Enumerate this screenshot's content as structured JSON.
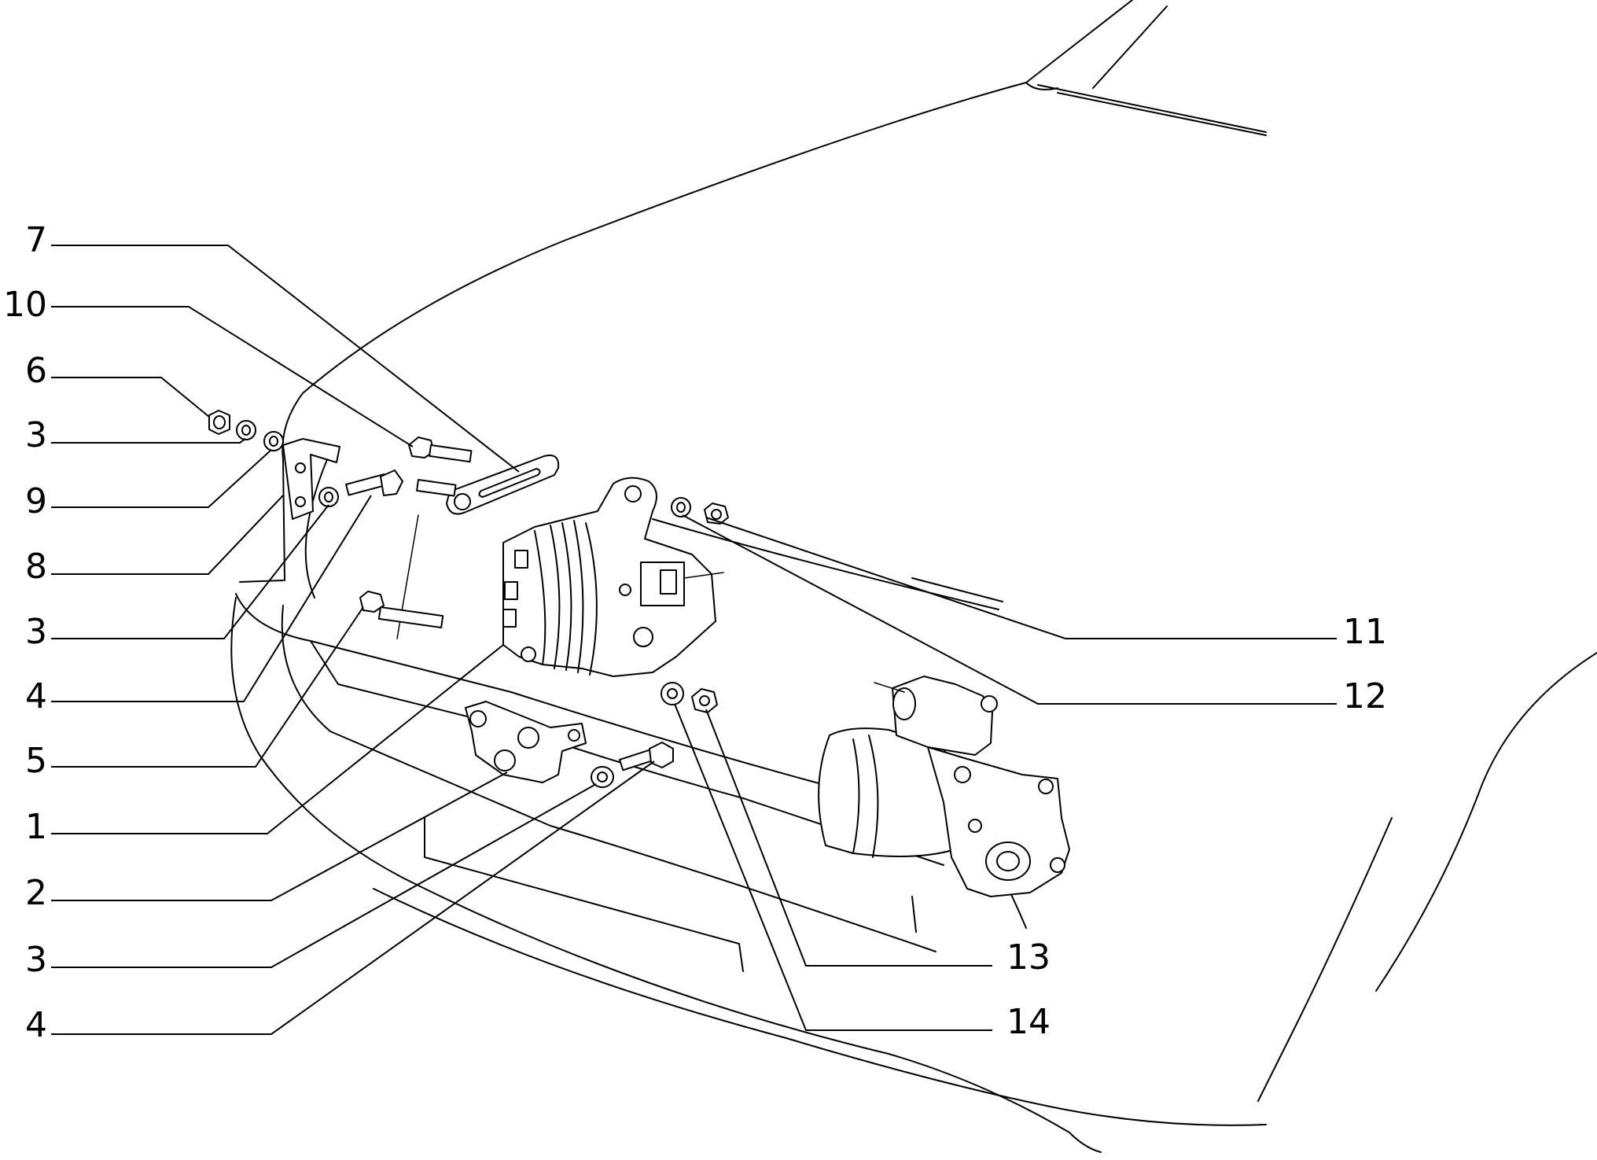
{
  "diagram": {
    "callouts": {
      "left": [
        "7",
        "10",
        "6",
        "3",
        "9",
        "8",
        "3",
        "4",
        "5",
        "1",
        "2",
        "3",
        "4"
      ],
      "right": [
        "11",
        "12",
        "13",
        "14"
      ]
    }
  }
}
